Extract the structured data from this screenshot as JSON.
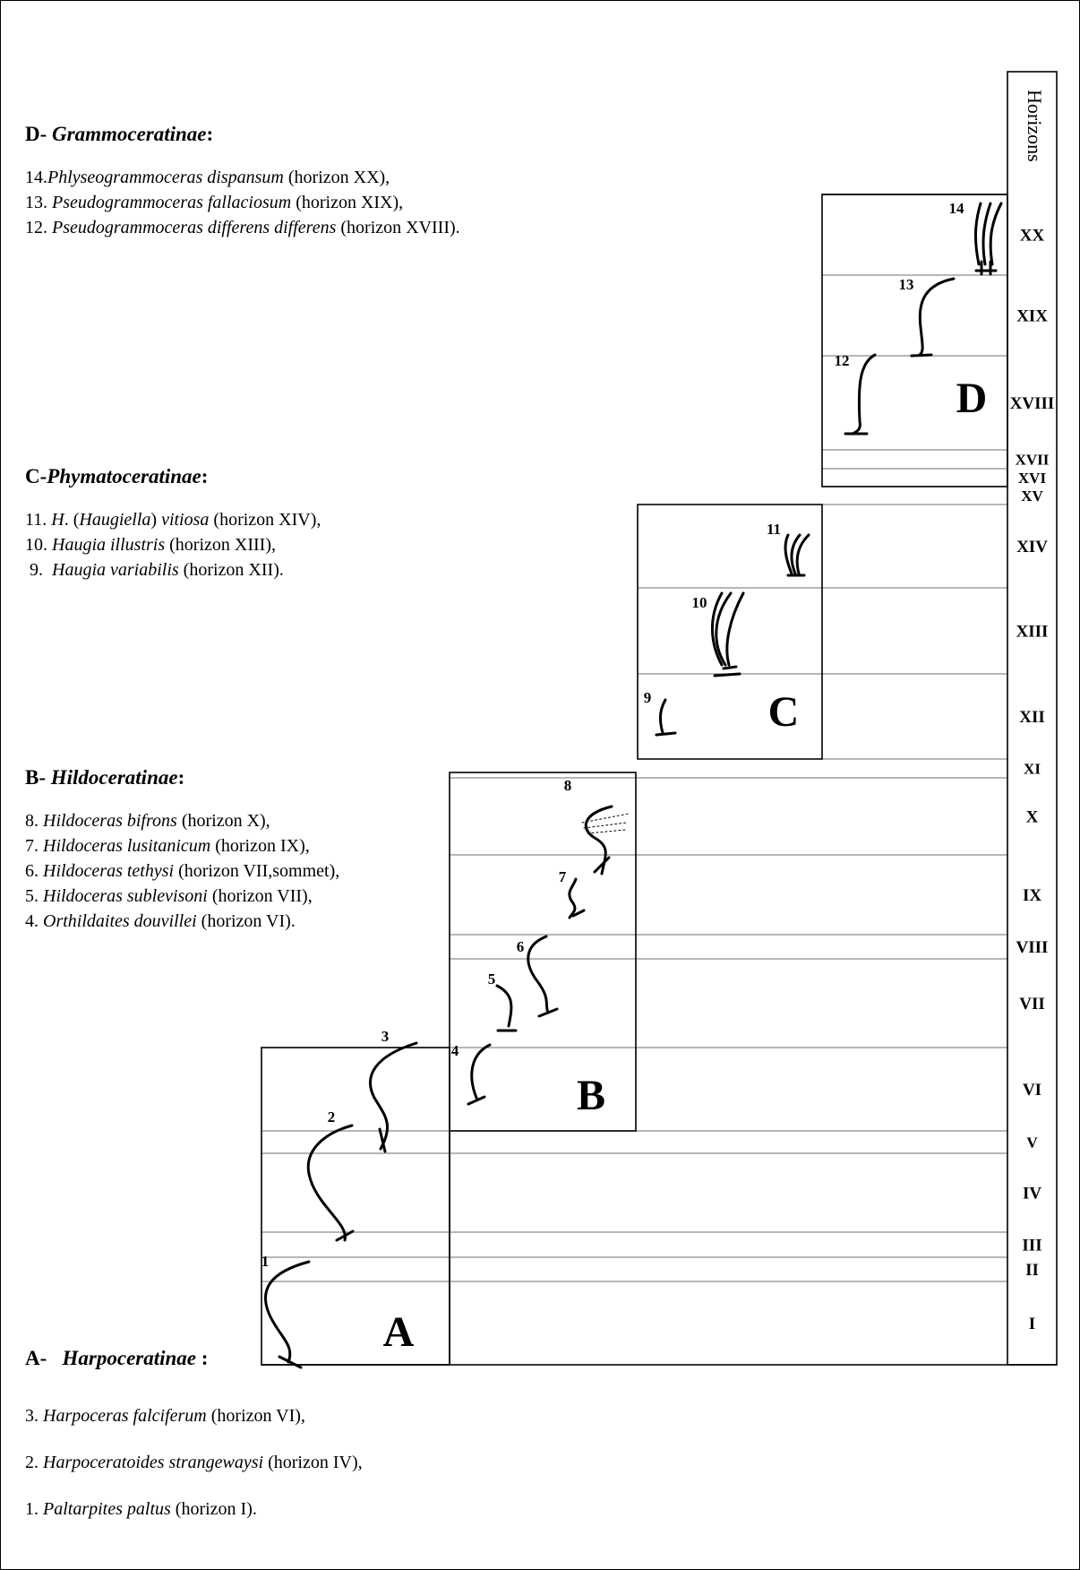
{
  "diagram": {
    "horizons_title": "Horizons",
    "horizons": [
      "I",
      "II",
      "III",
      "IV",
      "V",
      "VI",
      "VII",
      "VIII",
      "IX",
      "X",
      "XI",
      "XII",
      "XIII",
      "XIV",
      "XV",
      "XVI",
      "XVII",
      "XVIII",
      "XIX",
      "XX"
    ],
    "block_labels": [
      "A",
      "B",
      "C",
      "D"
    ],
    "lineage_numbers": [
      "1",
      "2",
      "3",
      "4",
      "5",
      "6",
      "7",
      "8",
      "9",
      "10",
      "11",
      "12",
      "13",
      "14"
    ]
  },
  "groups": {
    "D": {
      "prefix": "D- ",
      "name": "Grammoceratinae",
      "suffix": ":",
      "items": [
        {
          "num": "14.",
          "taxon": "Phlyseogrammoceras dispansum",
          "note": " (horizon XX),"
        },
        {
          "num": "13. ",
          "taxon": "Pseudogrammoceras fallaciosum",
          "note": " (horizon XIX),"
        },
        {
          "num": "12. ",
          "taxon": "Pseudogrammoceras differens differens",
          "note": " (horizon XVIII)."
        }
      ]
    },
    "C": {
      "prefix": "C-",
      "name": "Phymatoceratinae",
      "suffix": ":",
      "items": [
        {
          "num": "11. ",
          "taxon": "H",
          "mid": ". (",
          "taxon2": "Haugiella",
          "mid2": ") ",
          "taxon3": "vitiosa",
          "note": " (horizon XIV),"
        },
        {
          "num": "10. ",
          "taxon": "Haugia illustris",
          "note": " (horizon XIII),"
        },
        {
          "num": " 9.  ",
          "taxon": "Haugia variabilis",
          "note": " (horizon XII)."
        }
      ]
    },
    "B": {
      "prefix": "B- ",
      "name": "Hildoceratinae",
      "suffix": ":",
      "items": [
        {
          "num": "8. ",
          "taxon": "Hildoceras bifrons",
          "note": " (horizon X),"
        },
        {
          "num": "7. ",
          "taxon": "Hildoceras lusitanicum",
          "note": " (horizon IX),"
        },
        {
          "num": "6. ",
          "taxon": "Hildoceras tethysi",
          "note": " (horizon VII,sommet),"
        },
        {
          "num": "5. ",
          "taxon": "Hildoceras sublevisoni",
          "note": " (horizon VII),"
        },
        {
          "num": "4. ",
          "taxon": "Orthildaites douvillei",
          "note": " (horizon VI)."
        }
      ]
    },
    "A": {
      "prefix": "A-   ",
      "name": "Harpoceratinae",
      "suffix": " :",
      "items": [
        {
          "num": "3. ",
          "taxon": "Harpoceras falciferum",
          "note": " (horizon VI),"
        },
        {
          "num": "2. ",
          "taxon": "Harpoceratoides strangewaysi",
          "note": " (horizon IV),"
        },
        {
          "num": "1. ",
          "taxon": "Paltarpites paltus",
          "note": " (horizon I)."
        }
      ]
    }
  }
}
